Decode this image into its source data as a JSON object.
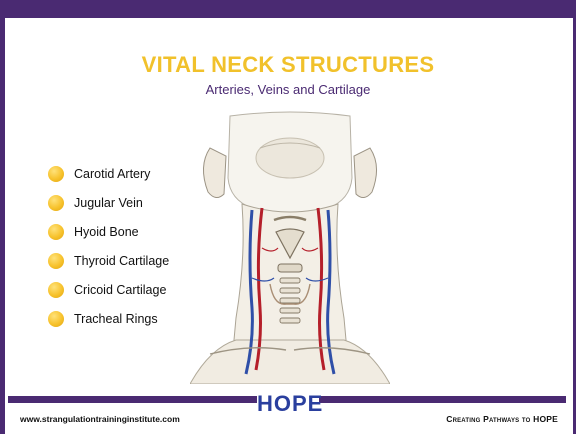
{
  "slide": {
    "title": "VITAL NECK STRUCTURES",
    "subtitle": "Arteries, Veins and Cartilage",
    "bullets": [
      "Carotid Artery",
      "Jugular Vein",
      "Hyoid Bone",
      "Thyroid Cartilage",
      "Cricoid Cartilage",
      "Tracheal Rings"
    ]
  },
  "footer": {
    "website": "www.strangulationtraininginstitute.com",
    "logo_text": "HOPE",
    "tagline": "Creating Pathways to HOPE"
  },
  "colors": {
    "brand_purple": "#4a2a72",
    "title_gold": "#f1c12b",
    "bullet_gold": "#f7c22c",
    "logo_blue": "#2a3f9e"
  },
  "icons": {
    "bullet": "gold-circle-bullet",
    "illustration": "neck-anatomy-illustration"
  }
}
